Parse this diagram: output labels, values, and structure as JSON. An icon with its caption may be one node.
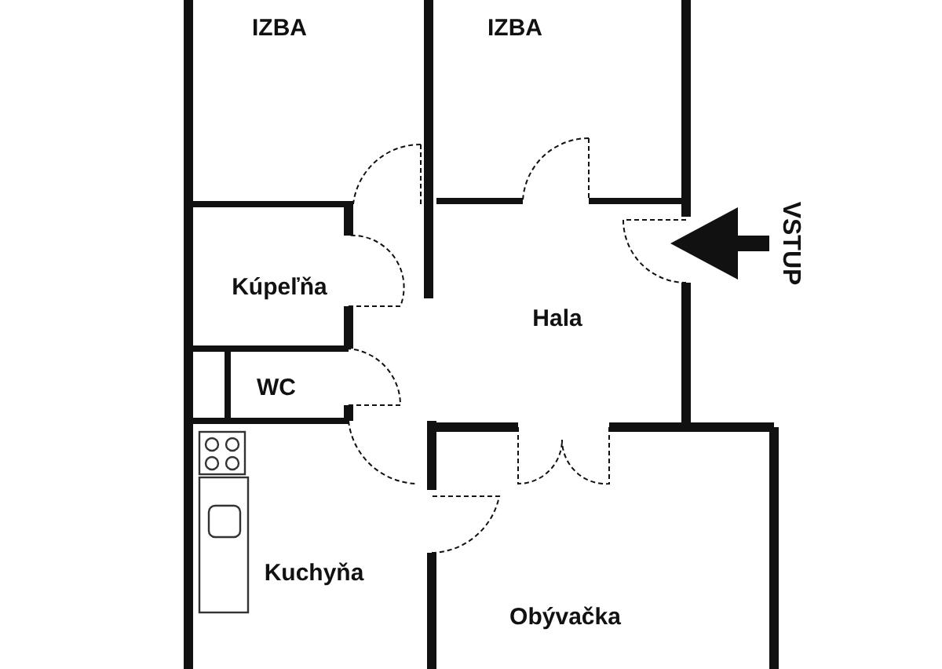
{
  "diagram": {
    "labels": [
      "IZBA",
      "IZBA",
      "Kúpeľňa",
      "Hala",
      "WC",
      "Kuchyňa",
      "Obývačka",
      "VSTUP"
    ]
  }
}
